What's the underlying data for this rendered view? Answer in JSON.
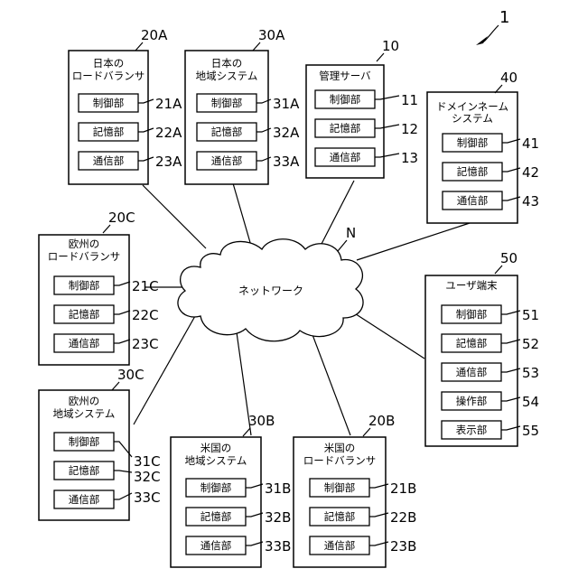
{
  "system_ref": "1",
  "network": {
    "label": "ネットワーク",
    "ref": "N"
  },
  "nodes": {
    "jp_lb": {
      "ref": "20A",
      "title1": "日本の",
      "title2": "ロードバランサ",
      "parts": [
        {
          "label": "制御部",
          "ref": "21A"
        },
        {
          "label": "記憶部",
          "ref": "22A"
        },
        {
          "label": "通信部",
          "ref": "23A"
        }
      ]
    },
    "jp_rs": {
      "ref": "30A",
      "title1": "日本の",
      "title2": "地域システム",
      "parts": [
        {
          "label": "制御部",
          "ref": "31A"
        },
        {
          "label": "記憶部",
          "ref": "32A"
        },
        {
          "label": "通信部",
          "ref": "33A"
        }
      ]
    },
    "mgmt": {
      "ref": "10",
      "title1": "管理サーバ",
      "parts": [
        {
          "label": "制御部",
          "ref": "11"
        },
        {
          "label": "記憶部",
          "ref": "12"
        },
        {
          "label": "通信部",
          "ref": "13"
        }
      ]
    },
    "dns": {
      "ref": "40",
      "title1": "ドメインネーム",
      "title2": "システム",
      "parts": [
        {
          "label": "制御部",
          "ref": "41"
        },
        {
          "label": "記憶部",
          "ref": "42"
        },
        {
          "label": "通信部",
          "ref": "43"
        }
      ]
    },
    "eu_lb": {
      "ref": "20C",
      "title1": "欧州の",
      "title2": "ロードバランサ",
      "parts": [
        {
          "label": "制御部",
          "ref": "21C"
        },
        {
          "label": "記憶部",
          "ref": "22C"
        },
        {
          "label": "通信部",
          "ref": "23C"
        }
      ]
    },
    "eu_rs": {
      "ref": "30C",
      "title1": "欧州の",
      "title2": "地域システム",
      "parts": [
        {
          "label": "制御部",
          "ref": "31C"
        },
        {
          "label": "記憶部",
          "ref": "32C"
        },
        {
          "label": "通信部",
          "ref": "33C"
        }
      ]
    },
    "us_rs": {
      "ref": "30B",
      "title1": "米国の",
      "title2": "地域システム",
      "parts": [
        {
          "label": "制御部",
          "ref": "31B"
        },
        {
          "label": "記憶部",
          "ref": "32B"
        },
        {
          "label": "通信部",
          "ref": "33B"
        }
      ]
    },
    "us_lb": {
      "ref": "20B",
      "title1": "米国の",
      "title2": "ロードバランサ",
      "parts": [
        {
          "label": "制御部",
          "ref": "21B"
        },
        {
          "label": "記憶部",
          "ref": "22B"
        },
        {
          "label": "通信部",
          "ref": "23B"
        }
      ]
    },
    "user": {
      "ref": "50",
      "title1": "ユーザ端末",
      "parts": [
        {
          "label": "制御部",
          "ref": "51"
        },
        {
          "label": "記憶部",
          "ref": "52"
        },
        {
          "label": "通信部",
          "ref": "53"
        },
        {
          "label": "操作部",
          "ref": "54"
        },
        {
          "label": "表示部",
          "ref": "55"
        }
      ]
    }
  }
}
